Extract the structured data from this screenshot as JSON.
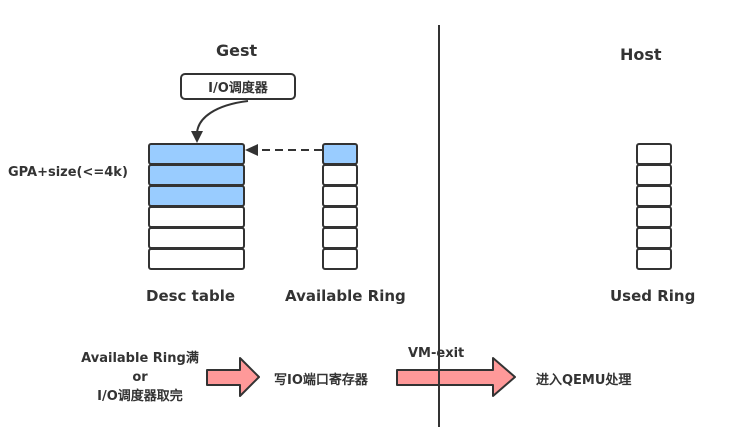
{
  "guest": {
    "title": "Gest",
    "io_scheduler_label": "I/O调度器",
    "gpa_label": "GPA+size(<=4k)",
    "desc_table": {
      "label": "Desc table",
      "rows": 6,
      "filled_rows": 3
    },
    "available_ring": {
      "label": "Available Ring",
      "rows": 6,
      "filled_rows": 1
    }
  },
  "host": {
    "title": "Host",
    "used_ring": {
      "label": "Used Ring",
      "rows": 6,
      "filled_rows": 0
    }
  },
  "flow": {
    "trigger_line1": "Available Ring满",
    "trigger_line2": "or",
    "trigger_line3": "I/O调度器取完",
    "step2": "写IO端口寄存器",
    "transition_label": "VM-exit",
    "step3": "进入QEMU处理"
  },
  "colors": {
    "filled_cell": "#99ccff",
    "flow_arrow": "#ff9999",
    "stroke": "#333333"
  }
}
